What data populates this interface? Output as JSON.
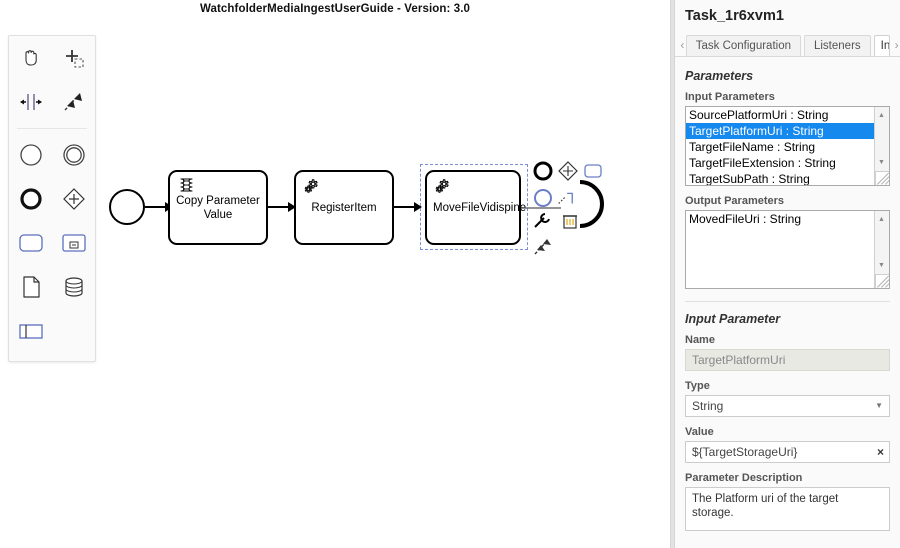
{
  "canvas": {
    "title": "WatchfolderMediaIngestUserGuide - Version: 3.0",
    "palette": {
      "tools": [
        {
          "name": "hand-tool-icon",
          "label": "Activate hand tool"
        },
        {
          "name": "lasso-tool-icon",
          "label": "Activate lasso tool"
        },
        {
          "name": "space-tool-icon",
          "label": "Activate create/remove space tool"
        },
        {
          "name": "global-connect-tool-icon",
          "label": "Activate global connect tool"
        }
      ],
      "elements": [
        {
          "name": "start-event-icon",
          "label": "Create StartEvent"
        },
        {
          "name": "intermediate-event-icon",
          "label": "Create Intermediate/Boundary Event"
        },
        {
          "name": "end-event-icon",
          "label": "Create EndEvent"
        },
        {
          "name": "gateway-icon",
          "label": "Create Gateway"
        },
        {
          "name": "task-icon",
          "label": "Create Task"
        },
        {
          "name": "subprocess-icon",
          "label": "Create expanded SubProcess"
        },
        {
          "name": "data-object-icon",
          "label": "Create DataObjectReference"
        },
        {
          "name": "data-store-icon",
          "label": "Create DataStoreReference"
        },
        {
          "name": "participant-icon",
          "label": "Create Pool/Participant"
        }
      ]
    },
    "nodes": [
      {
        "id": "start",
        "type": "start-event",
        "label": ""
      },
      {
        "id": "task1",
        "type": "script-task",
        "label": "Copy Parameter Value"
      },
      {
        "id": "task2",
        "type": "service-task",
        "label": "RegisterItem"
      },
      {
        "id": "task3",
        "type": "service-task",
        "label": "MoveFileVidispine",
        "selected": true
      }
    ],
    "context_pad": [
      {
        "name": "append-end-event-icon"
      },
      {
        "name": "append-gateway-icon"
      },
      {
        "name": "append-task-icon"
      },
      {
        "name": "append-intermediate-event-icon"
      },
      {
        "name": "connect-icon"
      },
      {
        "name": "wrench-icon"
      },
      {
        "name": "delete-icon"
      }
    ]
  },
  "panel": {
    "title": "Task_1r6xvm1",
    "tab_prev": "‹",
    "tab_next": "›",
    "tabs": [
      {
        "label": "Task Configuration",
        "active": false
      },
      {
        "label": "Listeners",
        "active": false
      },
      {
        "label": "In",
        "active": true
      }
    ],
    "parameters": {
      "section_title": "Parameters",
      "input_label": "Input Parameters",
      "input_items": [
        {
          "text": "SourcePlatformUri : String",
          "selected": false
        },
        {
          "text": "TargetPlatformUri : String",
          "selected": true
        },
        {
          "text": "TargetFileName : String",
          "selected": false
        },
        {
          "text": "TargetFileExtension : String",
          "selected": false
        },
        {
          "text": "TargetSubPath : String",
          "selected": false
        }
      ],
      "output_label": "Output Parameters",
      "output_items": [
        {
          "text": "MovedFileUri : String",
          "selected": false
        }
      ]
    },
    "input_parameter": {
      "section_title": "Input Parameter",
      "name_label": "Name",
      "name_value": "TargetPlatformUri",
      "type_label": "Type",
      "type_value": "String",
      "value_label": "Value",
      "value_value": "${TargetStorageUri}",
      "value_clear": "×",
      "description_label": "Parameter Description",
      "description_value": "The Platform uri of the target storage."
    }
  },
  "colors": {
    "accent_green": "#7ac143",
    "selection_blue": "#1589ee",
    "selection_outline": "#7b8fd4"
  }
}
